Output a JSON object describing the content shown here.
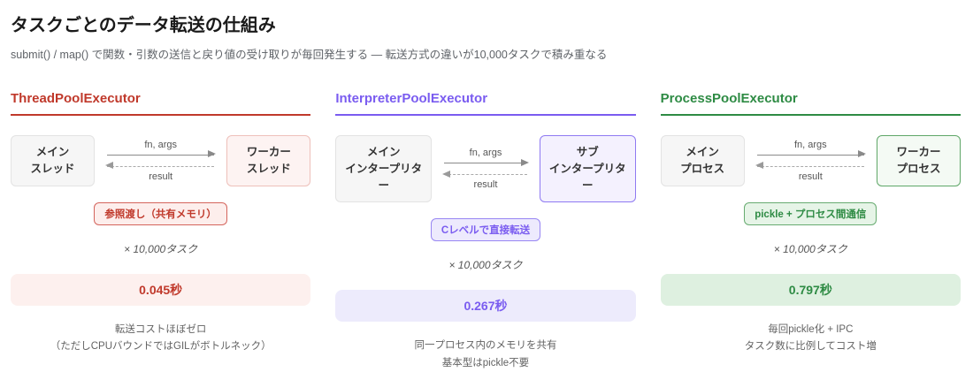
{
  "header": {
    "title": "タスクごとのデータ転送の仕組み",
    "subtitle": "submit() / map() で関数・引数の送信と戻り値の受け取りが毎回発生する — 転送方式の違いが10,000タスクで積み重なる"
  },
  "arrow_labels": {
    "request": "fn, args",
    "response": "result"
  },
  "columns": [
    {
      "title": "ThreadPoolExecutor",
      "main_box": "メイン\nスレッド",
      "worker_box": "ワーカー\nスレッド",
      "badge": "参照渡し（共有メモリ）",
      "multiplier": "× 10,000タスク",
      "time": "0.045秒",
      "note": "転送コストほぼゼロ\n（ただしCPUバウンドではGILがボトルネック）",
      "colors": {
        "accent": "#c0392b",
        "box_bg": "#fdf3f2",
        "box_border": "#eec0ba",
        "badge_bg": "#fdeeec",
        "badge_border": "#d4645c",
        "bar_bg": "#fdf0ee"
      }
    },
    {
      "title": "InterpreterPoolExecutor",
      "main_box": "メイン\nインタープリタ\nー",
      "worker_box": "サブ\nインタープリタ\nー",
      "badge": "Cレベルで直接転送",
      "multiplier": "× 10,000タスク",
      "time": "0.267秒",
      "note": "同一プロセス内のメモリを共有\n基本型はpickle不要",
      "colors": {
        "accent": "#7a5cf0",
        "box_bg": "#f4f1fe",
        "box_border": "#8f7af2",
        "badge_bg": "#edeafd",
        "badge_border": "#9886f3",
        "bar_bg": "#edebfc"
      }
    },
    {
      "title": "ProcessPoolExecutor",
      "main_box": "メイン\nプロセス",
      "worker_box": "ワーカー\nプロセス",
      "badge": "pickle + プロセス間通信",
      "multiplier": "× 10,000タスク",
      "time": "0.797秒",
      "note": "毎回pickle化 + IPC\nタスク数に比例してコスト増",
      "colors": {
        "accent": "#2e8b44",
        "box_bg": "#f4faf4",
        "box_border": "#5fa768",
        "badge_bg": "#e6f4e7",
        "badge_border": "#67ab70",
        "bar_bg": "#def0e0"
      }
    }
  ]
}
